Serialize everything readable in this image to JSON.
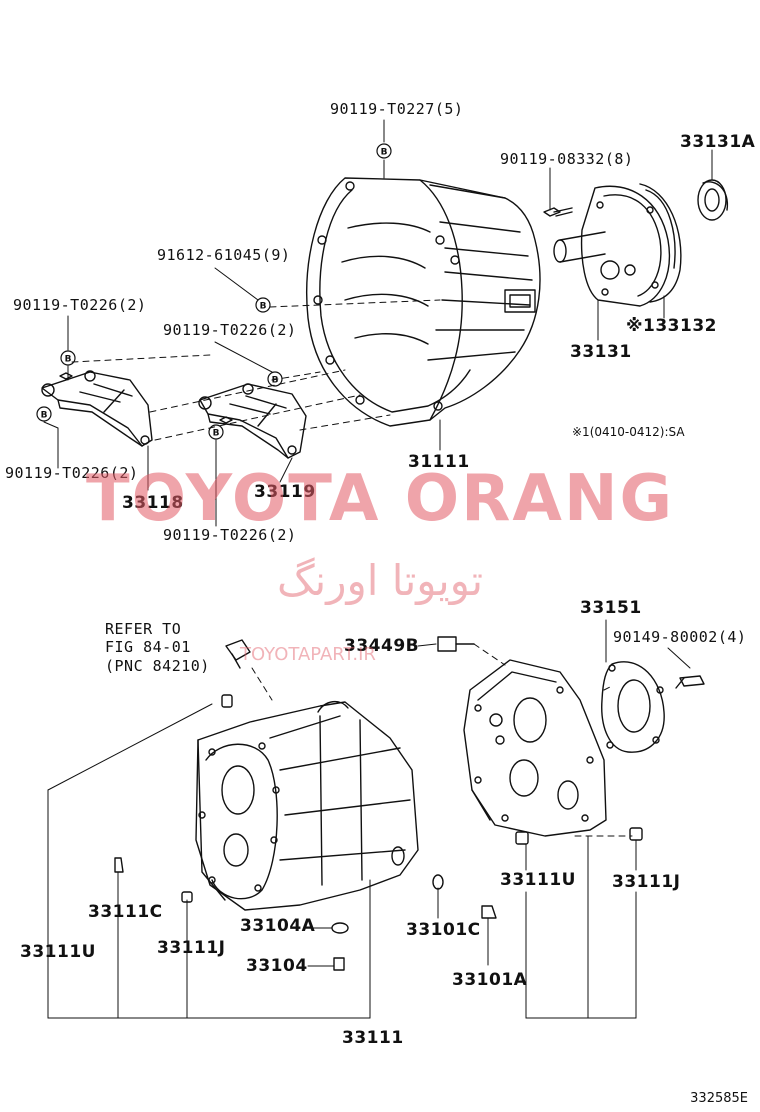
{
  "colors": {
    "ink": "#111111",
    "watermark": "#e25a66",
    "watermark_alpha": "0.45"
  },
  "labels": {
    "bolt_5": "90119-T0227(5)",
    "bolt_8": "90119-08332(8)",
    "p33131a": "33131A",
    "stud_9": "91612-61045(9)",
    "bolt_a": "90119-T0226(2)",
    "bolt_b": "90119-T0226(2)",
    "bolt_c": "90119-T0226(2)",
    "bolt_d": "90119-T0226(2)",
    "p33132": "※133132",
    "p33131": "33131",
    "note_sa": "※1(0410-0412):SA",
    "p31111": "31111",
    "p33118": "33118",
    "p33119": "33119",
    "refer_1": "REFER TO",
    "refer_2": "FIG 84-01",
    "refer_3": "(PNC 84210)",
    "p33449b": "33449B",
    "p33151": "33151",
    "bolt_4": "90149-80002(4)",
    "p33111c": "33111C",
    "p33111u_l": "33111U",
    "p33111j_l": "33111J",
    "p33104a": "33104A",
    "p33104": "33104",
    "p33101c": "33101C",
    "p33101a": "33101A",
    "p33111u_r": "33111U",
    "p33111j_r": "33111J",
    "p33111": "33111"
  },
  "watermark": {
    "brand": "TOYOTA ORANG",
    "brand_fa": "تویوتا اورنگ",
    "site": "TOYOTAPART.IR"
  },
  "figure_code": "332585E",
  "bubble_mark": "B"
}
